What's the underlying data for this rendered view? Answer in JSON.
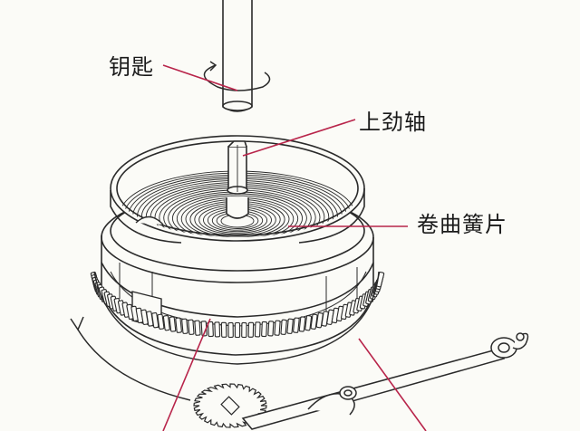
{
  "labels": {
    "key": "钥匙",
    "arbor": "上劲轴",
    "mainspring": "卷曲簧片"
  },
  "colors": {
    "background": "#fbfbf7",
    "line": "#2a2a2a",
    "leader": "#b8244a"
  }
}
